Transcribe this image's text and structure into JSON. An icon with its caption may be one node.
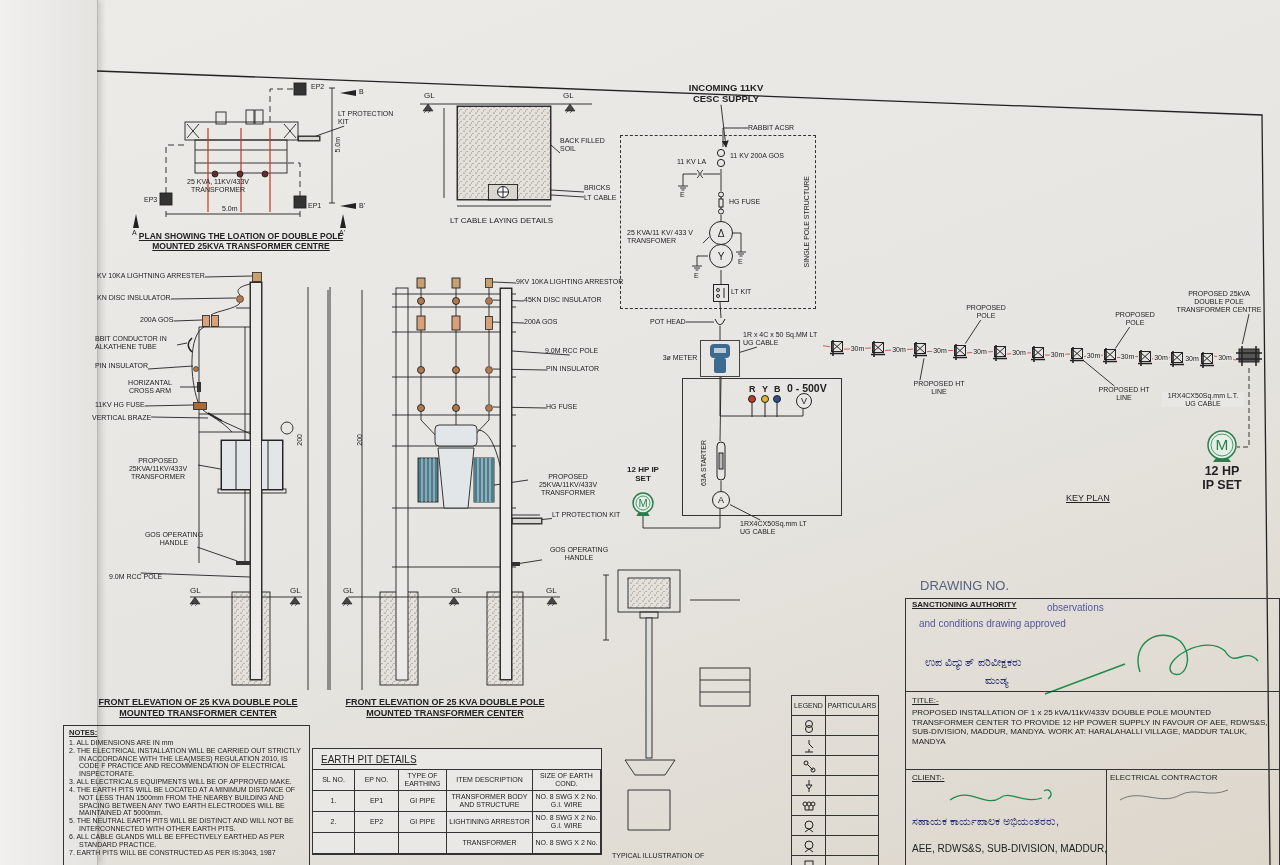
{
  "diagram": {
    "nodes": [
      {
        "text": [
          "INCOMING 11KV CESC SUPPLY"
        ]
      },
      {
        "text": [
          "SINGLE POLE STRUCTURE"
        ]
      },
      {
        "text": [],
        "shape": "circle",
        "beside": [
          "11 KV 200A GOS"
        ],
        "in": 1
      },
      {
        "text": [],
        "shape": "box",
        "beside": [
          "HG FUSE"
        ],
        "in": 1
      },
      {
        "text": [
          "Δ",
          "Y"
        ],
        "in": 1
      },
      {
        "text": [
          "25 KVA/11 KV/ 433 V TRANSFOMER"
        ],
        "in": 1
      },
      {
        "text": [],
        "shape": "box",
        "beside": [
          "LT KIT"
        ],
        "in": 1
      },
      {
        "text": [
          "RABBIT ACSR"
        ]
      },
      {
        "text": [
          "POT HEAD"
        ]
      },
      {
        "text": [],
        "shape": "box",
        "beside": [
          "3ø METER"
        ]
      },
      {
        "text": [
          "1R x 4C x 50 Sq.MM LT UG CABLE"
        ]
      },
      {
        "text": [
          "R",
          "Y",
          "B",
          "0 - 500V"
        ]
      },
      {
        "text": [
          "V"
        ],
        "in": 11
      },
      {
        "text": [],
        "shape": "box",
        "beside": [
          "63A STARTER"
        ],
        "in": 11
      },
      {
        "text": [
          "A"
        ],
        "in": 11
      },
      {
        "text": [
          "M"
        ],
        "beside": [
          "12 HP IP SET"
        ]
      },
      {
        "text": [
          "1RX4CX50Sq.mm LT UG CABLE"
        ]
      },
      {
        "text": [],
        "shape": "box"
      },
      {
        "text": [],
        "shape": "box"
      },
      {
        "text": [],
        "shape": "box"
      },
      {
        "text": [],
        "shape": "box"
      },
      {
        "text": [],
        "shape": "box"
      },
      {
        "text": [],
        "shape": "box"
      },
      {
        "text": [],
        "shape": "box"
      },
      {
        "text": [],
        "shape": "box"
      },
      {
        "text": [],
        "shape": "box"
      },
      {
        "text": [],
        "shape": "box"
      },
      {
        "text": [],
        "shape": "box"
      },
      {
        "text": [],
        "shape": "box"
      },
      {
        "text": [
          "PROPOSED POLE"
        ]
      },
      {
        "text": [
          "PROPOSED POLE"
        ]
      },
      {
        "text": [
          "PROPOSED HT LINE"
        ]
      },
      {
        "text": [
          "PROPOSED HT LINE"
        ]
      },
      {
        "text": [
          "PROPOSED 25kVA DOUBLE POLE TRANSFORMER CENTRE"
        ]
      },
      {
        "text": [
          "M"
        ],
        "beside": [
          "12 HP IP SET"
        ]
      },
      {
        "text": [],
        "shape": "cup"
      },
      {
        "text": [
          "KV 10KA LIGHTNING ARRESTER"
        ]
      },
      {
        "text": [
          "KN DISC INSLULATOR"
        ]
      },
      {
        "text": [
          "200A GOS"
        ]
      },
      {
        "text": [
          "BBIT CONDUCTOR IN ALKATHENE TUBE"
        ]
      },
      {
        "text": [
          "PIN INSULATOR"
        ]
      },
      {
        "text": [
          "HORIZANTAL CROSS ARM"
        ]
      },
      {
        "text": [
          "11KV HG FUSE"
        ]
      },
      {
        "text": [
          "VERTICAL BRAZE"
        ]
      },
      {
        "text": [
          "PROPOSED 25KVA/11KV/433V TRANSFORMER"
        ]
      },
      {
        "text": [
          "GOS OPERATING HANDLE"
        ]
      },
      {
        "text": [
          "9.0M RCC POLE"
        ]
      },
      {
        "text": [
          "9KV 10KA LIGHTING ARRESTOR"
        ]
      },
      {
        "text": [
          "45KN DISC INSULATOR"
        ]
      },
      {
        "text": [
          "200A GOS"
        ]
      },
      {
        "text": [
          "9.0M RCC POLE"
        ]
      },
      {
        "text": [
          "PIN INSULATOR"
        ]
      },
      {
        "text": [
          "HG FUSE"
        ]
      },
      {
        "text": [
          "PROPOSED 25KVA/11KV/433V TRANSFORMER"
        ]
      },
      {
        "text": [
          "LT PROTECTION KIT"
        ]
      },
      {
        "text": [
          "GOS OPERATING HANDLE"
        ]
      },
      {
        "text": [
          "LT PROTECTION KIT"
        ]
      },
      {
        "text": [
          "BACK FILLED SOIL"
        ]
      },
      {
        "text": [
          "BRICKS"
        ]
      },
      {
        "text": [
          "LT CABLE"
        ]
      },
      {
        "text": [],
        "shape": "box"
      },
      {
        "text": [],
        "shape": "circle"
      },
      {
        "text": [],
        "shape": "box"
      },
      {
        "text": [],
        "shape": "bar"
      },
      {
        "text": [],
        "shape": "circle"
      },
      {
        "text": [],
        "shape": "bar"
      },
      {
        "text": [],
        "shape": "box"
      },
      {
        "text": [],
        "shape": "bar"
      },
      {
        "text": [],
        "shape": "box"
      },
      {
        "text": [],
        "shape": "bar"
      },
      {
        "text": [],
        "shape": "box"
      },
      {
        "text": [],
        "shape": "box"
      },
      {
        "text": [],
        "shape": "circle"
      },
      {
        "text": [],
        "shape": "box"
      },
      {
        "text": [],
        "shape": "box"
      },
      {
        "text": [],
        "shape": "circle"
      },
      {
        "text": [],
        "shape": "circle"
      },
      {
        "text": [],
        "shape": "box"
      },
      {
        "text": [],
        "shape": "box"
      },
      {
        "text": [],
        "shape": "bar"
      },
      {
        "text": [],
        "shape": "box"
      },
      {
        "text": [],
        "shape": "box"
      },
      {
        "text": [],
        "shape": "box",
        "in": 81
      },
      {
        "text": [],
        "shape": "circle",
        "in": 82
      }
    ],
    "edges": [
      {
        "from": 0,
        "to": 2,
        "arrow": "to"
      },
      {
        "from": 2,
        "to": 3,
        "arrow": "none"
      },
      {
        "from": 3,
        "to": 4,
        "arrow": "none"
      },
      {
        "from": 4,
        "to": 6,
        "arrow": "none"
      },
      {
        "from": 6,
        "to": 35,
        "arrow": "none"
      },
      {
        "from": 35,
        "to": 9,
        "arrow": "none"
      },
      {
        "from": 9,
        "to": 13,
        "arrow": "none"
      },
      {
        "from": 13,
        "to": 14,
        "arrow": "none"
      },
      {
        "from": 14,
        "to": 15,
        "arrow": "none"
      },
      {
        "from": 5,
        "to": 4,
        "arrow": "none"
      },
      {
        "from": 7,
        "to": 2,
        "arrow": "none"
      },
      {
        "from": 8,
        "to": 35,
        "arrow": "none"
      },
      {
        "from": 10,
        "to": 9,
        "arrow": "none"
      },
      {
        "from": 16,
        "to": 14,
        "arrow": "none"
      },
      {
        "from": 10,
        "to": 17,
        "arrow": "none",
        "color": "#c0504d"
      },
      {
        "from": 17,
        "to": 18,
        "arrow": "none",
        "label": "30m",
        "color": "#c0504d"
      },
      {
        "from": 18,
        "to": 19,
        "arrow": "none",
        "label": "30m",
        "color": "#c0504d"
      },
      {
        "from": 19,
        "to": 20,
        "arrow": "none",
        "label": "30m",
        "color": "#c0504d"
      },
      {
        "from": 20,
        "to": 21,
        "arrow": "none",
        "label": "30m",
        "color": "#c0504d"
      },
      {
        "from": 21,
        "to": 22,
        "arrow": "none",
        "label": "30m",
        "color": "#c0504d"
      },
      {
        "from": 22,
        "to": 23,
        "arrow": "none",
        "label": "30m",
        "color": "#c0504d"
      },
      {
        "from": 23,
        "to": 24,
        "arrow": "none",
        "label": "30m",
        "color": "#c0504d"
      },
      {
        "from": 24,
        "to": 25,
        "arrow": "none",
        "label": "30m",
        "color": "#c0504d"
      },
      {
        "from": 25,
        "to": 26,
        "arrow": "none",
        "label": "30m",
        "color": "#c0504d"
      },
      {
        "from": 26,
        "to": 27,
        "arrow": "none",
        "label": "30m",
        "color": "#c0504d"
      },
      {
        "from": 27,
        "to": 28,
        "arrow": "none",
        "label": "30m",
        "color": "#c0504d"
      },
      {
        "from": 28,
        "to": 34,
        "arrow": "none",
        "style": "dashed",
        "label": "1RX4CX50Sq.mm L.T. UG CABLE"
      },
      {
        "from": 29,
        "to": 20,
        "arrow": "none"
      },
      {
        "from": 30,
        "to": 24,
        "arrow": "none"
      },
      {
        "from": 31,
        "to": 19,
        "arrow": "none"
      },
      {
        "from": 32,
        "to": 23,
        "arrow": "none"
      },
      {
        "from": 33,
        "to": 28,
        "arrow": "none"
      },
      {
        "from": 9,
        "to": 12,
        "arrow": "none"
      },
      {
        "from": 36,
        "to": 60,
        "arrow": "none"
      },
      {
        "from": 37,
        "to": 61,
        "arrow": "none"
      },
      {
        "from": 38,
        "to": 62,
        "arrow": "none"
      },
      {
        "from": 39,
        "to": 63,
        "arrow": "none"
      },
      {
        "from": 40,
        "to": 64,
        "arrow": "none"
      },
      {
        "from": 41,
        "to": 65,
        "arrow": "none"
      },
      {
        "from": 42,
        "to": 66,
        "arrow": "none"
      },
      {
        "from": 43,
        "to": 67,
        "arrow": "none"
      },
      {
        "from": 44,
        "to": 68,
        "arrow": "none"
      },
      {
        "from": 45,
        "to": 69,
        "arrow": "none"
      },
      {
        "from": 46,
        "to": 70,
        "arrow": "none"
      },
      {
        "from": 47,
        "to": 71,
        "arrow": "none"
      },
      {
        "from": 48,
        "to": 72,
        "arrow": "none"
      },
      {
        "from": 49,
        "to": 73,
        "arrow": "none"
      },
      {
        "from": 50,
        "to": 74,
        "arrow": "none"
      },
      {
        "from": 51,
        "to": 75,
        "arrow": "none"
      },
      {
        "from": 52,
        "to": 76,
        "arrow": "none"
      },
      {
        "from": 53,
        "to": 77,
        "arrow": "none"
      },
      {
        "from": 54,
        "to": 78,
        "arrow": "none"
      },
      {
        "from": 55,
        "to": 79,
        "arrow": "none"
      },
      {
        "from": 56,
        "to": 80,
        "arrow": "none"
      },
      {
        "from": 57,
        "to": 81,
        "arrow": "none"
      },
      {
        "from": 58,
        "to": 82,
        "arrow": "none"
      },
      {
        "from": 59,
        "to": 83,
        "arrow": "none"
      }
    ],
    "labels": [
      "EP2",
      "B",
      "5.0m",
      "25 KVA, 11KV/433V TRANSFORMER",
      "EP3",
      "EP1",
      "B'",
      "5.0m",
      "A",
      "A'",
      "PLAN SHOWING THE LOATION OF DOUBLE POLE MOUNTED 25KVA TRANSFORMER CENTRE",
      "GL",
      "GL",
      "LT CABLE LAYING DETAILS",
      "11 KV LA",
      "E",
      "E",
      "E",
      "200",
      "200",
      "GL",
      "GL",
      "GL",
      "GL",
      "GL",
      "FRONT ELEVATION OF 25 KVA DOUBLE POLE MOUNTED TRANSFORMER CENTER",
      "FRONT ELEVATION OF 25 KVA DOUBLE POLE MOUNTED TRANSFORMER CENTER",
      "KEY PLAN",
      "NOTES:",
      "1. ALL DIMENSIONS ARE IN mm",
      "2. THE ELECTRICAL INSTALLATION WILL BE CARRIED OUT STRICTLY IN ACCORDANCE WITH THE LEA(MSES) REGULATION 2010, IS CODE F PRACTICE AND RECOMMENDATION OF ELECTRICAL INSPECTORATE.",
      "3. ALL ELECTRICALS EQUIPMENTS WILL BE OF APPROVED MAKE.",
      "4. THE EARTH PITS WILL BE LOCATED AT A MINIMUM DISTANCE OF NOT LESS THAN 1500mm FROM THE NEARBY BUILDING AND SPACING BETWEEN ANY TWO EARTH ELECTRODES WILL BE MAINTAINED AT 5000mm.",
      "5. THE NEUTRAL EARTH PITS WILL BE DISTINCT AND WILL NOT BE INTERCONNECTED WITH OTHER EARTH PITS.",
      "6. ALL CABLE GLANDS WILL BE EFFECTIVELY EARTHED AS PER STANDARD PRACTICE.",
      "7. EARTH PITS WILL BE CONSTRUCTED AS PER IS:3043, 1987",
      "EARTH PIT DETAILS",
      "SL NO.",
      "EP NO.",
      "TYPE OF EARTHING",
      "ITEM DESCRIPTION",
      "SIZE OF EARTH COND.",
      "1.",
      "EP1",
      "GI PIPE",
      "TRANSFORMER BODY AND STRUCTURE",
      "NO. 8 SWG X 2 No. G.I. WIRE",
      "2.",
      "EP2",
      "GI PIPE",
      "LIGHTINING ARRESTOR",
      "NO. 8 SWG X 2 No. G.I. WIRE",
      "TRANSFORMER",
      "NO. 8 SWG X 2 No.",
      "LEGEND",
      "PARTICULARS",
      "TYPICAL ILLUSTRATION OF",
      "DRAWING NO.",
      "SANCTIONING AUTHORITY",
      "observations",
      "and conditions drawing approved",
      "ಉಪ ವಿದ್ಯುತ್ ಪರಿವೀಕ್ಷಕರು",
      "ಮಂಡ್ಯ",
      "TITLE:-",
      "PROPOSED INSTALLATION OF 1 x 25 kVA/11kV/433V DOUBLE POLE MOUNTED TRANSFORMER CENTER TO PROVIDE 12 HP POWER SUPPLY IN FAVOUR OF AEE, RDWS&S, SUB-DIVISION, MADDUR, MANDYA. WORK AT: HARALAHALLI VILLAGE, MADDUR TALUK, MANDYA",
      "CLIENT:-",
      "ELECTRICAL CONTRACTOR",
      "ಸಹಾಯಕ ಕಾರ್ಯಪಾಲಕ ಅಭಿಯಂತರರು,",
      "AEE, RDWS&S, SUB-DIVISION, MADDUR,"
    ]
  }
}
